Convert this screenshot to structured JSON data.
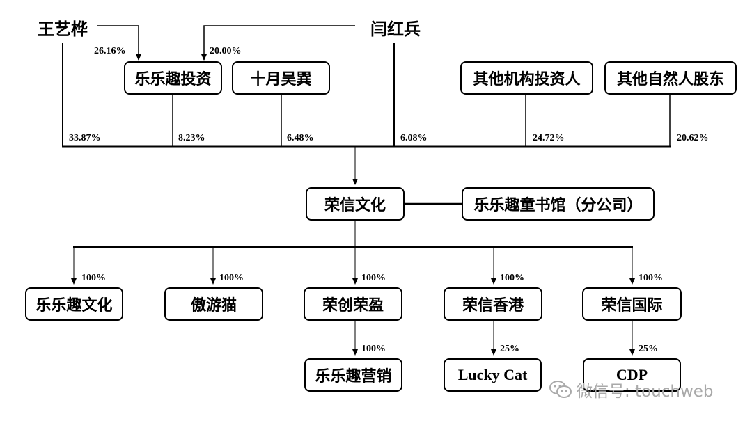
{
  "shareholders": {
    "wang": "王艺桦",
    "yan": "闫红兵",
    "lelequ_invest": "乐乐趣投资",
    "shiyue": "十月吴巽",
    "other_institutions": "其他机构投资人",
    "other_individuals": "其他自然人股东"
  },
  "stakes": {
    "wang_to_lelequ_invest": "26.16%",
    "yan_to_lelequ_invest": "20.00%",
    "wang_direct": "33.87%",
    "lelequ_invest": "8.23%",
    "shiyue": "6.48%",
    "yan_direct": "6.08%",
    "other_institutions": "24.72%",
    "other_individuals": "20.62%"
  },
  "company": {
    "name": "荣信文化",
    "branch": "乐乐趣童书馆（分公司）"
  },
  "subsidiaries": [
    {
      "name": "乐乐趣文化",
      "pct": "100%"
    },
    {
      "name": "傲游猫",
      "pct": "100%"
    },
    {
      "name": "荣创荣盈",
      "pct": "100%"
    },
    {
      "name": "荣信香港",
      "pct": "100%"
    },
    {
      "name": "荣信国际",
      "pct": "100%"
    }
  ],
  "second_level": [
    {
      "name": "乐乐趣营销",
      "pct": "100%"
    },
    {
      "name": "Lucky Cat",
      "pct": "25%"
    },
    {
      "name": "CDP",
      "pct": "25%"
    }
  ],
  "watermark": "微信号: touchweb"
}
